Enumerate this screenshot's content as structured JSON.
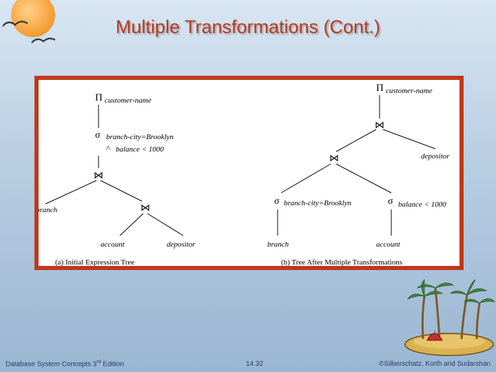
{
  "slide": {
    "title": "Multiple Transformations (Cont.)"
  },
  "figure": {
    "left_tree": {
      "projection_symbol": "Π",
      "projection_attr": "customer-name",
      "selection_symbol": "σ",
      "selection_line1": "branch-city=Brooklyn",
      "selection_and": "^",
      "selection_line2": "balance < 1000",
      "join_symbol": "⋈",
      "branch_label": "branch",
      "account_label": "account",
      "depositor_label": "depositor",
      "caption": "(a) Initial Expression Tree"
    },
    "right_tree": {
      "projection_symbol": "Π",
      "projection_attr": "customer-name",
      "join_symbol": "⋈",
      "depositor_label": "depositor",
      "selection_symbol": "σ",
      "selection_left": "branch-city=Brooklyn",
      "selection_right": "balance < 1000",
      "branch_label": "branch",
      "account_label": "account",
      "caption": "(b) Tree After Multiple Transformations"
    }
  },
  "footer": {
    "left_prefix": "Database System Concepts 3",
    "left_sup": "rd",
    "left_suffix": " Edition",
    "page": "14.32",
    "copyright": "©Silberschatz, Korth and Sudarshan"
  },
  "colors": {
    "title": "#b53a1e",
    "frame": "#c0391b",
    "footer_text": "#1f3c6e"
  }
}
